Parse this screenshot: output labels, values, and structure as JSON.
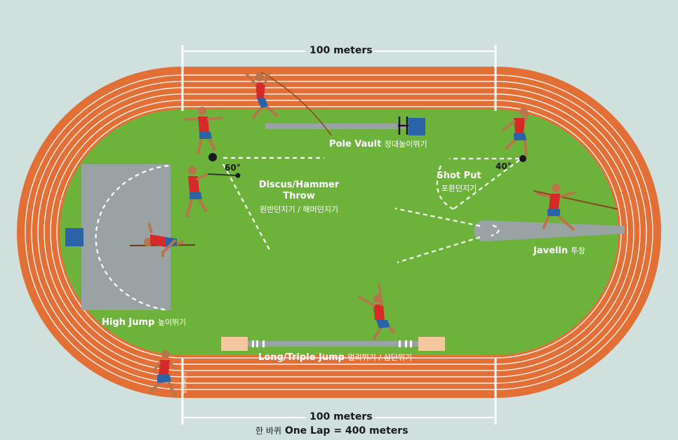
{
  "top_measure": "100 meters",
  "bottom_measure": "100 meters",
  "lap": {
    "korean": "한 바퀴",
    "english": "One Lap = 400 meters"
  },
  "events": {
    "pole_vault": {
      "en": "Pole Vault",
      "ko": "장대높이뛰기"
    },
    "discus_hammer": {
      "en_line1": "Discus/Hammer",
      "en_line2": "Throw",
      "ko": "원반던지기 / 해머던지기",
      "angle": "60°"
    },
    "shot_put": {
      "en": "Shot Put",
      "ko": "포환던지기",
      "angle": "40°"
    },
    "javelin": {
      "en": "Javelin",
      "ko": "투창"
    },
    "high_jump": {
      "en": "High Jump",
      "ko": "높이뛰기"
    },
    "long_triple_jump": {
      "en": "Long/Triple Jump",
      "ko": "멀리뛰기 / 삼단뛰기"
    }
  },
  "lane_numbers": "12345678",
  "colors": {
    "track": "#e26f36",
    "field": "#6db23a",
    "background": "#cfe0dd",
    "apron": "#8f9a9a",
    "sand": "#f4c79e",
    "mat": "#2a64a6"
  }
}
